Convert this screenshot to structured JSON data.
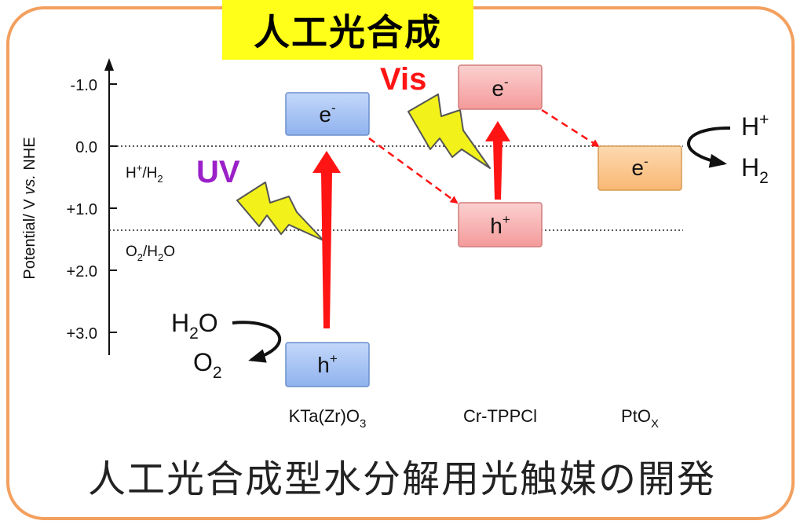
{
  "title": "人工光合成",
  "caption": "人工光合成型水分解用光触媒の開発",
  "axis": {
    "label_main": "Potential/ V ",
    "label_vs": "vs.",
    "label_tail": " NHE",
    "ticks": [
      "-1.0",
      "0.0",
      "+1.0",
      "+2.0",
      "+3.0"
    ]
  },
  "levels": {
    "h_h2": {
      "a": "H",
      "sup": "+",
      "b": "/H",
      "sub": "2"
    },
    "o2_h2o": {
      "a": "O",
      "sub1": "2",
      "b": "/H",
      "sub2": "2",
      "c": "O"
    }
  },
  "light": {
    "uv": "UV",
    "vis": "Vis"
  },
  "boxes": {
    "kta_e": {
      "base": "e",
      "sup": "-"
    },
    "kta_h": {
      "base": "h",
      "sup": "+"
    },
    "cr_e": {
      "base": "e",
      "sup": "-"
    },
    "cr_h": {
      "base": "h",
      "sup": "+"
    },
    "pt_e": {
      "base": "e",
      "sup": "-"
    }
  },
  "species": {
    "h2o_left": {
      "a": "H",
      "sub": "2",
      "b": "O"
    },
    "o2_left": {
      "a": "O",
      "sub": "2"
    },
    "hplus_right": {
      "a": "H",
      "sup": "+"
    },
    "h2_right": {
      "a": "H",
      "sub": "2"
    }
  },
  "materials": {
    "kta": {
      "a": "KTa(Zr)O",
      "sub": "3"
    },
    "cr": {
      "a": "Cr-TPPCl"
    },
    "pt": {
      "a": "PtO",
      "sub": "X"
    }
  },
  "colors": {
    "frame": "#f3a05f",
    "title_bg": "#ffff1a",
    "blue_box": "#a9c6f5",
    "pink_box": "#f7b3b3",
    "orange_box": "#fcc994",
    "arrow_red": "#ff1414",
    "uv": "#9b20c8",
    "vis": "#ff1414",
    "bolt": "#f2f21a"
  }
}
